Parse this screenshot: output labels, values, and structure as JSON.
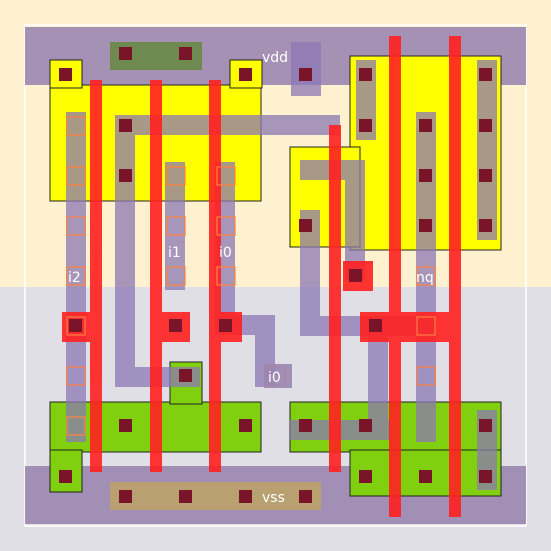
{
  "cell": {
    "labels": {
      "vdd": "vdd",
      "vss": "vss",
      "i2": "i2",
      "i1": "i1",
      "i0": "i0",
      "i0_pin": "i0",
      "nq": "nq"
    }
  },
  "colors": {
    "nwell": "#fdf1cf",
    "pwell": "#e1dfe6",
    "pdiff": "#ffff00",
    "ndiff": "#80d010",
    "poly": "#ff2020",
    "metal1": "#8c78b4",
    "contact": "#7a1428",
    "via_outline": "#ff8040",
    "rail_fill": "#b8a070"
  }
}
